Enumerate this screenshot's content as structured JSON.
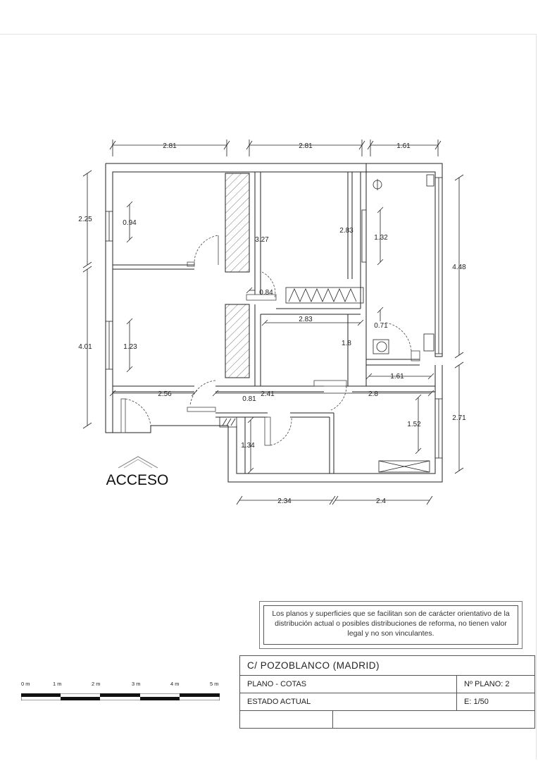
{
  "plan": {
    "dims_top": [
      "2.81",
      "2.81",
      "1.61"
    ],
    "dims_bottom": [
      "2.34",
      "2.4"
    ],
    "dims_left": [
      "2.25",
      "4.01"
    ],
    "dims_right": [
      "4.48",
      "2.71"
    ],
    "dims_inner": {
      "d094": "0.94",
      "d327": "3.27",
      "d283a": "2.83",
      "d132": "1.32",
      "d084": "0.84",
      "d283b": "2.83",
      "d071": "0.71",
      "d123": "1.23",
      "d18": "1.8",
      "d161": "1.61",
      "d256": "2.56",
      "d241": "2.41",
      "d28": "2.8",
      "d081": "0.81",
      "d152": "1.52",
      "d134": "1.34"
    },
    "access_label": "ACCESO"
  },
  "disclaimer": "Los planos y superficies que se facilitan son de carácter orientativo de la distribución actual o posibles distribuciones de reforma, no tienen valor legal y no son vinculantes.",
  "title_block": {
    "address": "C/  POZOBLANCO   (MADRID)",
    "sheet_type": "PLANO  -  COTAS",
    "sheet_number": "Nº PLANO:  2",
    "state": "ESTADO  ACTUAL",
    "scale": "E: 1/50"
  },
  "scale_bar": {
    "labels": [
      "0 m",
      "1 m",
      "2 m",
      "3 m",
      "4 m",
      "5 m"
    ]
  },
  "colors": {
    "line": "#222222",
    "hatch": "#555555",
    "light": "#9a9a9a"
  }
}
